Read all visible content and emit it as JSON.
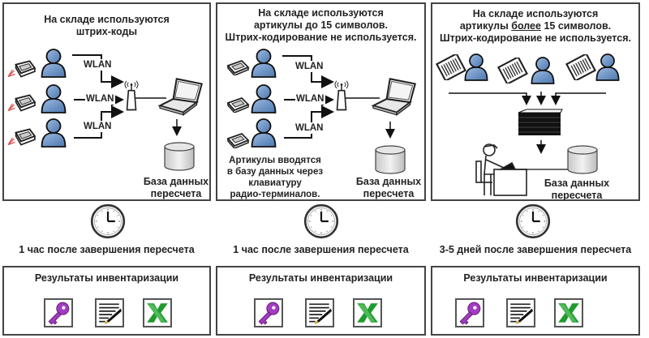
{
  "panels": [
    {
      "title_lines": [
        "На складе используются",
        "штрих-коды"
      ],
      "wlan_labels": [
        "WLAN",
        "WLAN",
        "WLAN"
      ],
      "db_label_lines": [
        "База данных",
        "пересчета"
      ],
      "users": 3,
      "devices": "barcode-scanner"
    },
    {
      "title_lines": [
        "На складе используются",
        "артикулы до 15 символов.",
        "Штрих-кодирование не используется."
      ],
      "wlan_labels": [
        "WLAN",
        "WLAN",
        "WLAN"
      ],
      "note_lines": [
        "Артикулы вводятся",
        "в базу данных через",
        "клавиатуру",
        "радио-терминалов."
      ],
      "db_label_lines": [
        "База данных",
        "пересчета"
      ],
      "users": 3,
      "devices": "radio-terminal"
    },
    {
      "title_line1": "На складе используются",
      "title_line2_pre": "артикулы ",
      "title_line2_emph": "более",
      "title_line2_post": " 15 символов.",
      "title_line3": "Штрих-кодирование не используется.",
      "db_label_lines": [
        "База данных",
        "пересчета"
      ],
      "users": 3,
      "devices": "paper-list"
    }
  ],
  "timings": [
    "1 час после завершения пересчета",
    "1 час после завершения пересчета",
    "3-5 дней после завершения пересчета"
  ],
  "results": [
    {
      "title": "Результаты инвентаризации",
      "icons": [
        "key-icon",
        "document-pen-icon",
        "excel-icon"
      ]
    },
    {
      "title": "Результаты инвентаризации",
      "icons": [
        "key-icon",
        "document-pen-icon",
        "excel-icon"
      ]
    },
    {
      "title": "Результаты инвентаризации",
      "icons": [
        "key-icon",
        "document-pen-icon",
        "excel-icon"
      ]
    }
  ],
  "colors": {
    "user": "#6f97c9",
    "key": "#a23cc0",
    "excel": "#1f9a2c",
    "scanner_beam": "#d9534f"
  }
}
